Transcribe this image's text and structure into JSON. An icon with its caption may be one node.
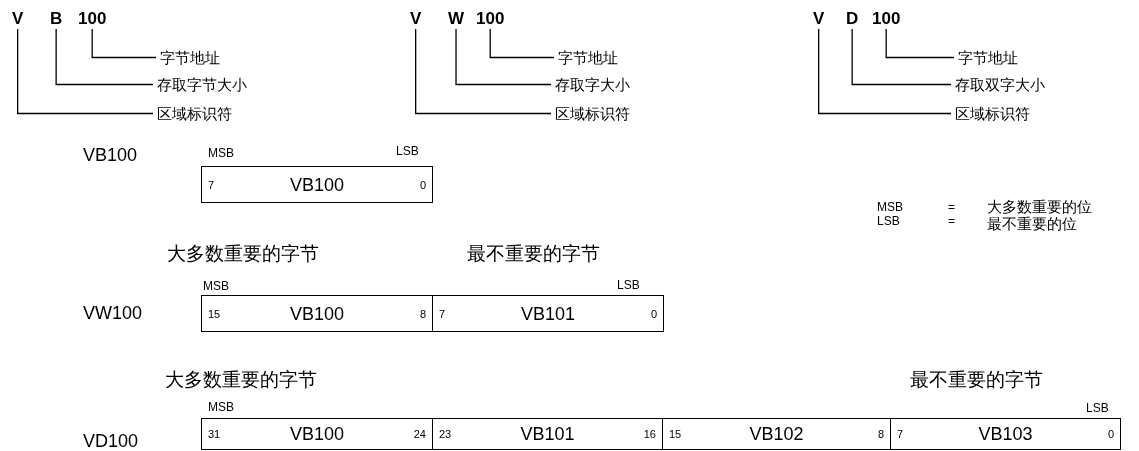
{
  "diagram": {
    "nodes": [
      {
        "text": [
          "V"
        ]
      },
      {
        "text": [
          "B"
        ]
      },
      {
        "text": [
          "100"
        ]
      },
      {
        "text": [
          "字节地址"
        ]
      },
      {
        "text": [
          "存取字节大小"
        ]
      },
      {
        "text": [
          "区域标识符"
        ]
      },
      {
        "text": [
          "V"
        ]
      },
      {
        "text": [
          "W"
        ]
      },
      {
        "text": [
          "100"
        ]
      },
      {
        "text": [
          "字节地址"
        ]
      },
      {
        "text": [
          "存取字大小"
        ]
      },
      {
        "text": [
          "区域标识符"
        ]
      },
      {
        "text": [
          "V"
        ]
      },
      {
        "text": [
          "D"
        ]
      },
      {
        "text": [
          "100"
        ]
      },
      {
        "text": [
          "字节地址"
        ]
      },
      {
        "text": [
          "存取双字大小"
        ]
      },
      {
        "text": [
          "区域标识符"
        ]
      },
      {
        "text": [
          "7",
          "VB100",
          "0"
        ]
      },
      {
        "text": [
          "15",
          "VB100",
          "8"
        ]
      },
      {
        "text": [
          "7",
          "VB101",
          "0"
        ]
      },
      {
        "text": [
          "31",
          "VB100",
          "24"
        ]
      },
      {
        "text": [
          "23",
          "VB101",
          "16"
        ]
      },
      {
        "text": [
          "15",
          "VB102",
          "8"
        ]
      },
      {
        "text": [
          "7",
          "VB103",
          "0"
        ]
      }
    ],
    "edges": [
      {
        "from": 2,
        "to": 3,
        "arrow": "none"
      },
      {
        "from": 1,
        "to": 4,
        "arrow": "none"
      },
      {
        "from": 0,
        "to": 5,
        "arrow": "none"
      },
      {
        "from": 8,
        "to": 9,
        "arrow": "none"
      },
      {
        "from": 7,
        "to": 10,
        "arrow": "none"
      },
      {
        "from": 6,
        "to": 11,
        "arrow": "none"
      },
      {
        "from": 14,
        "to": 15,
        "arrow": "none"
      },
      {
        "from": 13,
        "to": 16,
        "arrow": "none"
      },
      {
        "from": 12,
        "to": 17,
        "arrow": "none"
      }
    ],
    "labels": [
      "MSB",
      "LSB",
      "VB100",
      "MSB",
      "=",
      "大多数重要的位",
      "LSB",
      "=",
      "最不重要的位",
      "大多数重要的字节",
      "最不重要的字节",
      "MSB",
      "LSB",
      "VW100",
      "大多数重要的字节",
      "最不重要的字节",
      "MSB",
      "LSB",
      "VD100"
    ]
  }
}
